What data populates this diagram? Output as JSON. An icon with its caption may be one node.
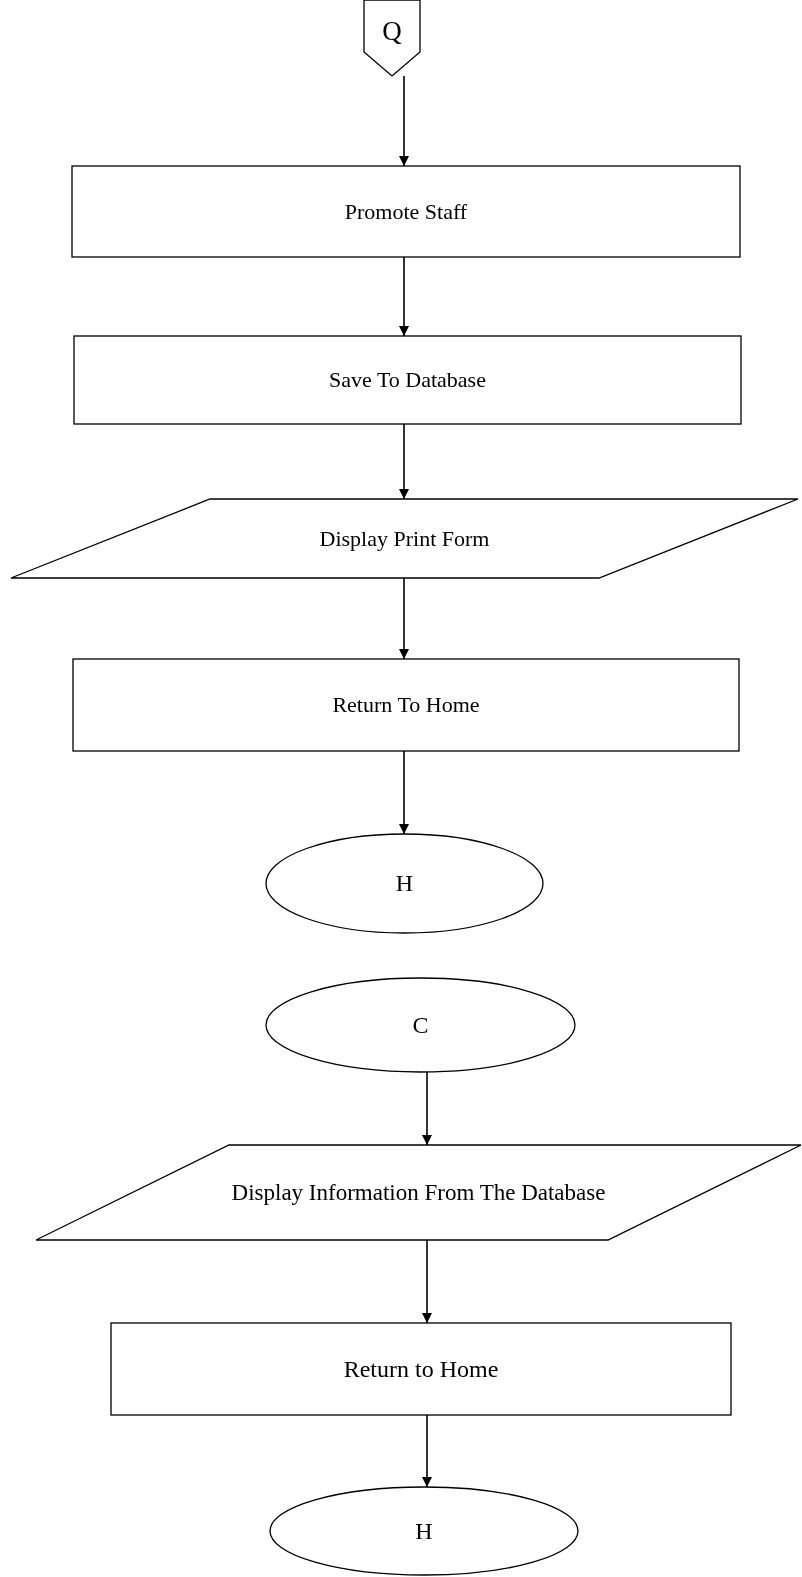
{
  "diagram": {
    "nodes": [
      {
        "text": [
          "Q"
        ]
      },
      {
        "text": [
          "Promote Staff"
        ]
      },
      {
        "text": [
          "Save To Database"
        ]
      },
      {
        "text": [
          "Display Print Form"
        ]
      },
      {
        "text": [
          "Return To Home"
        ]
      },
      {
        "text": [
          "H"
        ]
      },
      {
        "text": [
          "C"
        ]
      },
      {
        "text": [
          "Display Information From The Database"
        ]
      },
      {
        "text": [
          "Return to Home"
        ]
      },
      {
        "text": [
          "H"
        ]
      }
    ],
    "edges": [
      {
        "from": 0,
        "to": 1,
        "arrow": "to"
      },
      {
        "from": 1,
        "to": 2,
        "arrow": "to"
      },
      {
        "from": 2,
        "to": 3,
        "arrow": "to"
      },
      {
        "from": 3,
        "to": 4,
        "arrow": "to"
      },
      {
        "from": 4,
        "to": 5,
        "arrow": "to"
      },
      {
        "from": 6,
        "to": 7,
        "arrow": "to"
      },
      {
        "from": 7,
        "to": 8,
        "arrow": "to"
      },
      {
        "from": 8,
        "to": 9,
        "arrow": "to"
      }
    ]
  }
}
